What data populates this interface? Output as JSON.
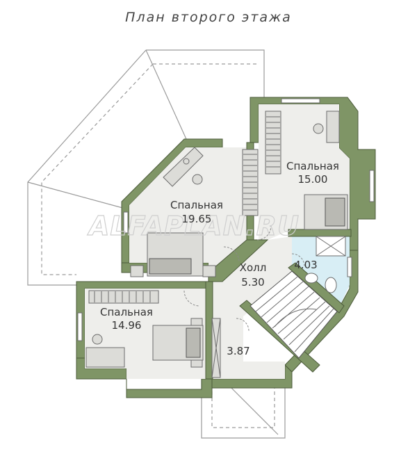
{
  "title": "План второго этажа",
  "watermark": "ALFAPLAN.RU",
  "rooms": [
    {
      "name": "Спальная",
      "area": "19.65"
    },
    {
      "name": "Спальная",
      "area": "15.00"
    },
    {
      "name": "Спальная",
      "area": "14.96"
    },
    {
      "name": "Холл",
      "area": "5.30"
    },
    {
      "name": "",
      "area": "4.03"
    },
    {
      "name": "",
      "area": "3.87"
    }
  ],
  "colors": {
    "wall": "#7f9566",
    "floor": "#eeeeeb",
    "bath": "#d8eef5",
    "roof_line": "#9a9a9a"
  }
}
